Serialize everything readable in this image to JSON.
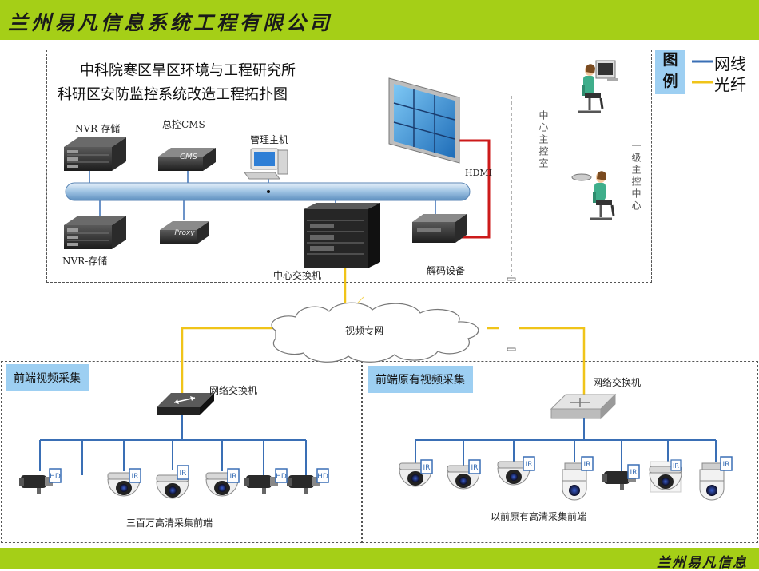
{
  "header": {
    "company": "兰州易凡信息系统工程有限公司",
    "company_short": "兰州易凡信息"
  },
  "colors": {
    "banner": "#a5cf17",
    "network_line": "#3a6fb5",
    "fiber_line": "#f0c419",
    "hdmi_line": "#cc1a1a",
    "label_bg": "#9dcff2"
  },
  "diagram": {
    "title_line1": "中科院寒区旱区环境与工程研究所",
    "title_line2": "科研区安防监控系统改造工程拓扑图",
    "legend": {
      "title": [
        "图",
        "例"
      ],
      "network": "网线",
      "fiber": "光纤"
    },
    "control_center": {
      "labels": {
        "nvr_top": "NVR-存储",
        "cms": "总控CMS",
        "mgmt_host": "管理主机",
        "hdmi": "HDMI",
        "center_room": "中心主控室",
        "primary_center": "一级主控中心",
        "nvr_bottom": "NVR-存储",
        "core_switch": "中心交换机",
        "decoder": "解码设备"
      },
      "device_text": {
        "cms_box": "CMS",
        "proxy_box": "Proxy"
      }
    },
    "network_cloud": "视频专网",
    "left_region": {
      "label": "前端视频采集",
      "switch_label": "网络交换机",
      "caption": "三百万高清采集前端",
      "cameras": [
        {
          "type": "bullet",
          "badge": "HD"
        },
        {
          "type": "dome",
          "badge": "IR"
        },
        {
          "type": "dome",
          "badge": "IR"
        },
        {
          "type": "dome",
          "badge": "IR"
        },
        {
          "type": "bullet",
          "badge": "HD"
        },
        {
          "type": "bullet",
          "badge": "HD"
        }
      ]
    },
    "right_region": {
      "label": "前端原有视频采集",
      "switch_label": "网络交换机",
      "caption": "以前原有高清采集前端",
      "cameras": [
        {
          "type": "dome",
          "badge": "IR"
        },
        {
          "type": "dome",
          "badge": "IR"
        },
        {
          "type": "dome",
          "badge": "IR"
        },
        {
          "type": "ptz",
          "badge": "IR"
        },
        {
          "type": "bullet",
          "badge": "IR"
        },
        {
          "type": "dome",
          "badge": "IR"
        },
        {
          "type": "ptz",
          "badge": "IR"
        }
      ]
    }
  }
}
